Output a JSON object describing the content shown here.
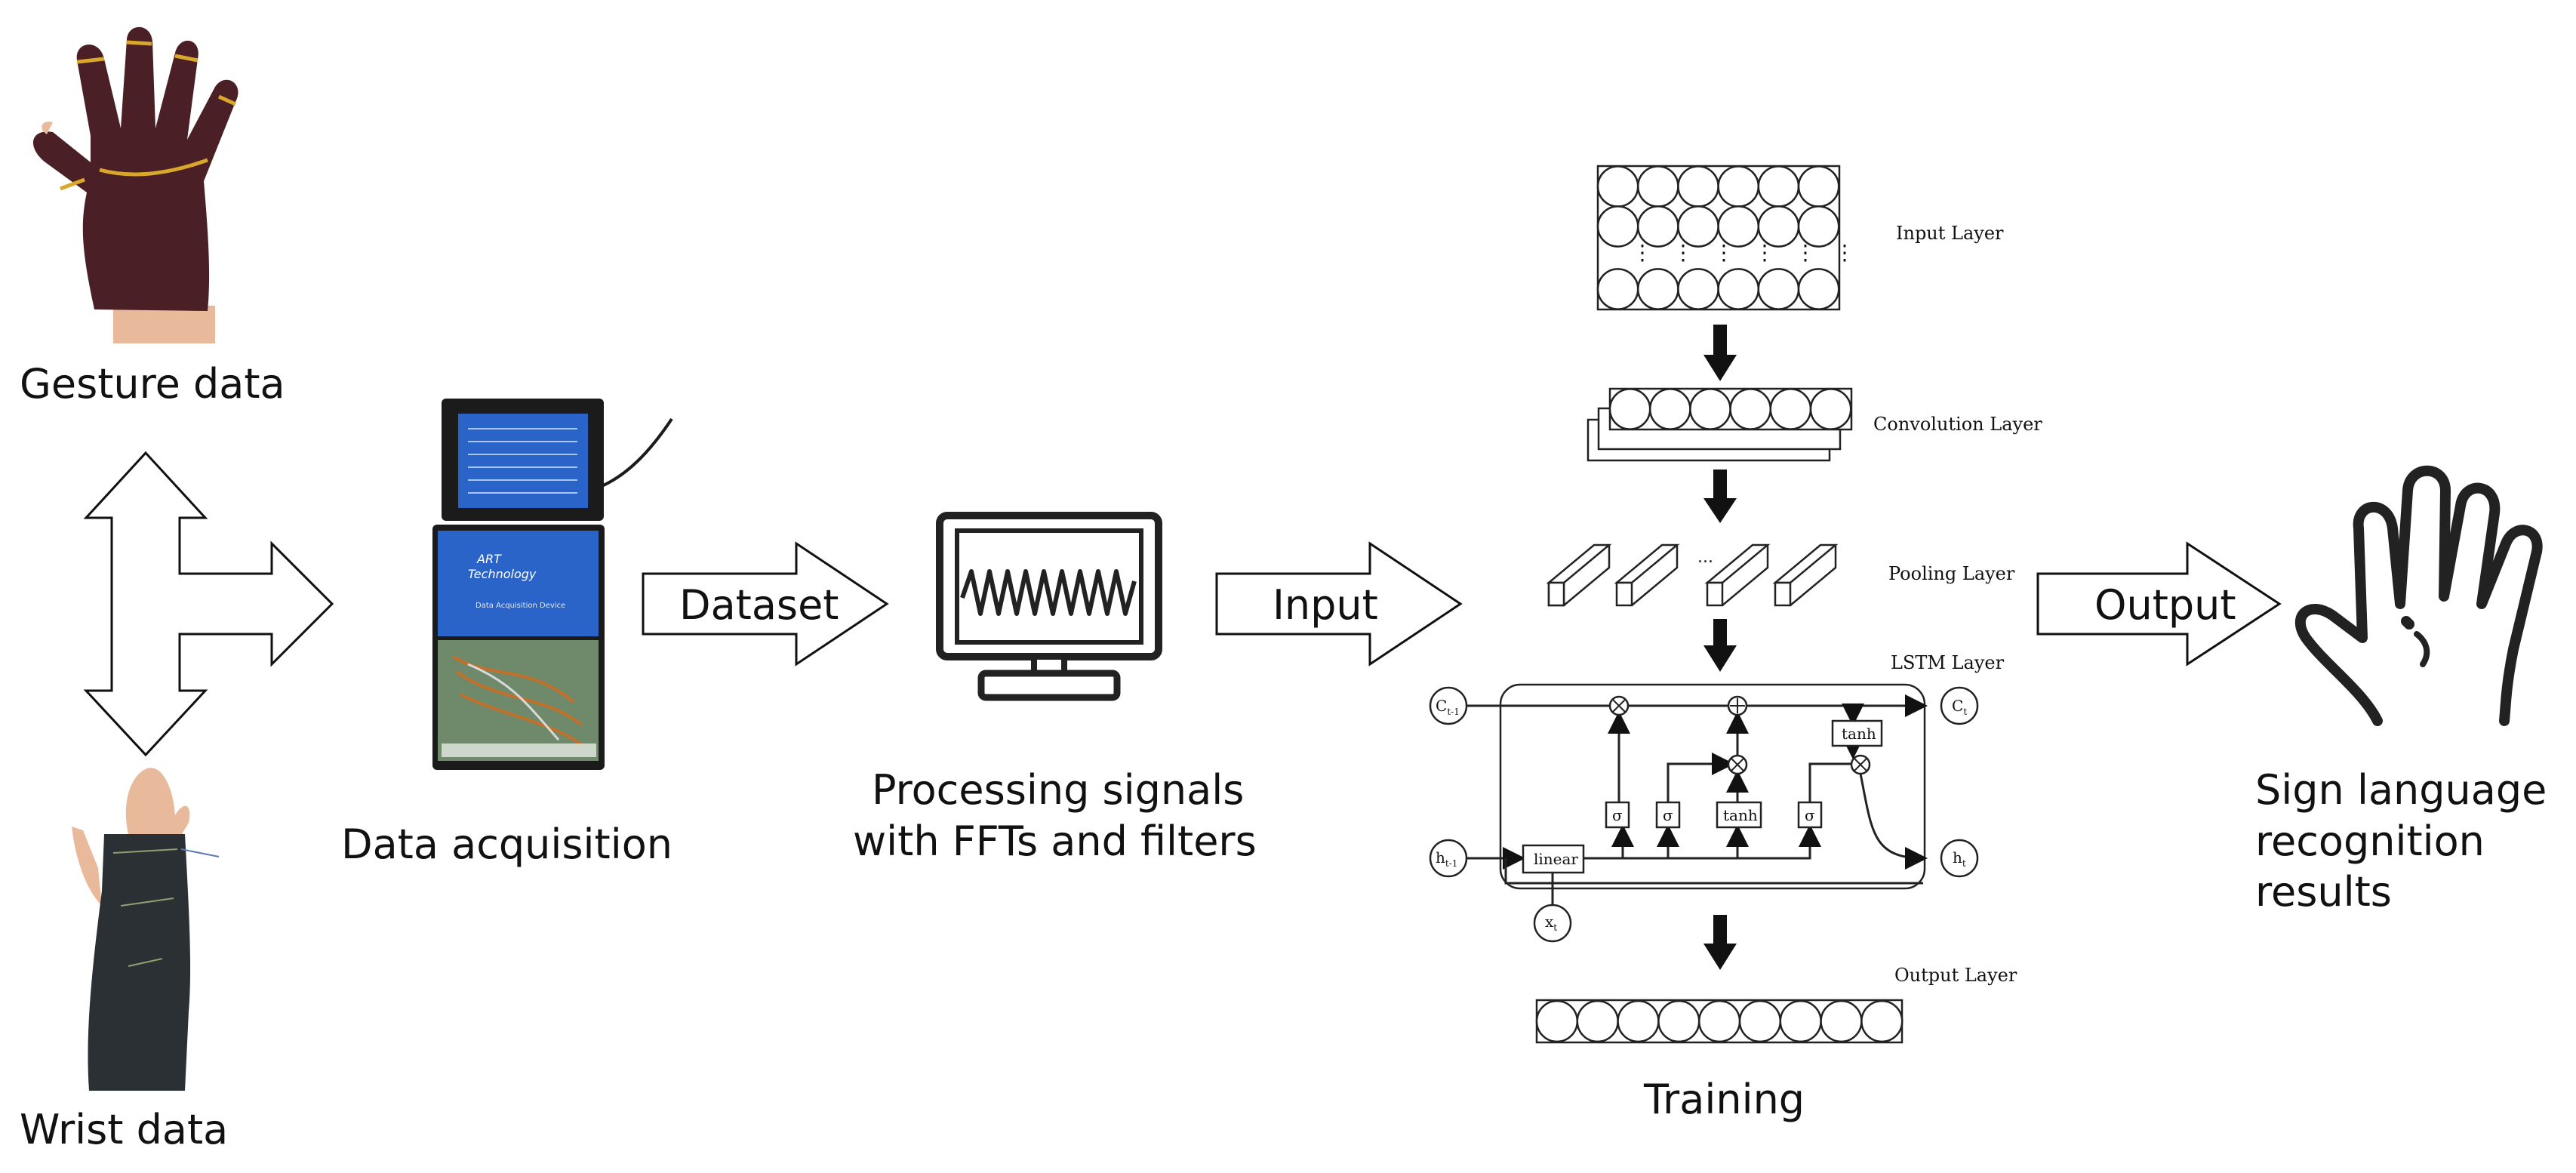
{
  "labels": {
    "gesture_data": "Gesture data",
    "wrist_data": "Wrist data",
    "data_acquisition": "Data acquisition",
    "dataset": "Dataset",
    "processing_line1": "Processing signals",
    "processing_line2": "with FFTs and filters",
    "input": "Input",
    "output": "Output",
    "training": "Training",
    "result_line1": "Sign language",
    "result_line2": "recognition",
    "result_line3": "results"
  },
  "network": {
    "input_layer": "Input Layer",
    "convolution_layer": "Convolution Layer",
    "pooling_layer": "Pooling Layer",
    "lstm_layer": "LSTM Layer",
    "output_layer": "Output Layer",
    "ellipsis": "...",
    "lstm": {
      "c_prev": "C",
      "c_prev_sub": "t-1",
      "c_next": "C",
      "c_next_sub": "t",
      "h_prev": "h",
      "h_prev_sub": "t-1",
      "h_next": "h",
      "h_next_sub": "t",
      "x": "x",
      "x_sub": "t",
      "linear": "linear",
      "sigma": "σ",
      "tanh_gate": "tanh",
      "tanh_cell": "tanh"
    }
  },
  "device": {
    "brand_line1": "ART",
    "brand_line2": "Technology",
    "product": "Data Acquisition Device"
  },
  "icons": [
    "double-headed-flow-arrow",
    "glove-photo",
    "wrist-sleeve-photo",
    "daq-device-photo",
    "monitor-waveform-icon",
    "hand-outline-icon"
  ],
  "colors": {
    "ink": "#111111",
    "glove": "#4a1f25",
    "glove_band": "#d9a72b",
    "skin": "#e9b99c",
    "sleeve": "#2b3035",
    "device_case": "#1b1b1b",
    "device_blue": "#2a64c9"
  }
}
